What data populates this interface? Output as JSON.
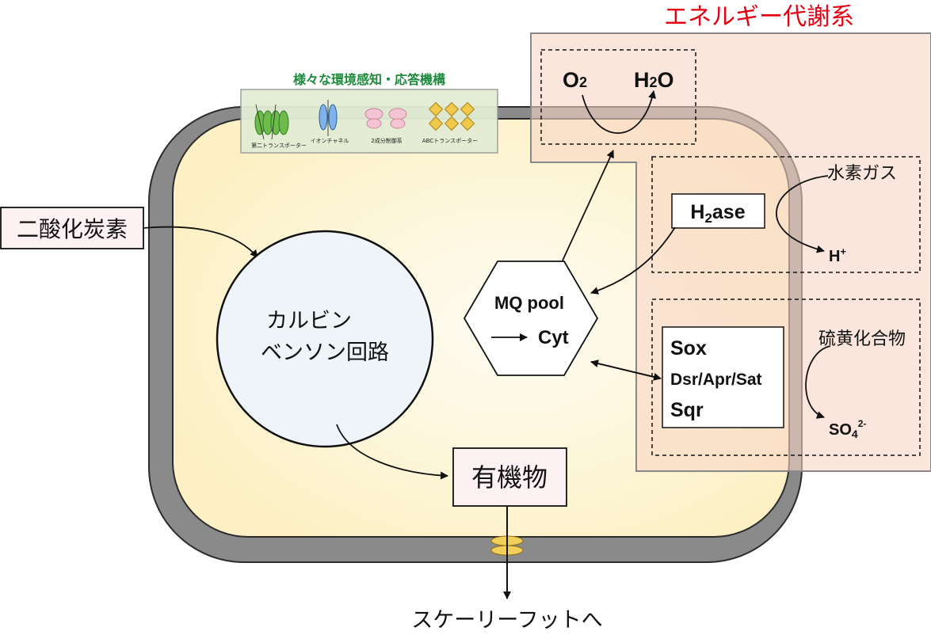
{
  "energy_system": {
    "title": "エネルギー代謝系",
    "title_color": "#e60012"
  },
  "sensing": {
    "title": "様々な環境感知・応答機構",
    "title_color": "#1e8a3c",
    "items": [
      "第二トランスポーター",
      "イオンチャネル",
      "2成分制御系",
      "ABCトランスポーター"
    ]
  },
  "co2_label": "二酸化炭素",
  "calvin_cycle": {
    "line1": "カルビン",
    "line2": "ベンソン回路"
  },
  "organics_label": "有機物",
  "scaly_foot_label": "スケーリーフットへ",
  "mq_pool": {
    "line1": "MQ pool",
    "line2": "Cyt"
  },
  "oxygen": {
    "o2": "O",
    "o2_sub": "2",
    "h2o_h": "H",
    "h2o_sub": "2",
    "h2o_o": "O"
  },
  "hydrogenase": {
    "prefix": "H",
    "sub": "2",
    "suffix": "ase"
  },
  "hydrogen_gas_label": "水素ガス",
  "proton": {
    "base": "H",
    "sup": "+"
  },
  "sulfur_enzymes": [
    "Sox",
    "Dsr/Apr/Sat",
    "Sqr"
  ],
  "sulfide_label": "硫黄化合物",
  "sulfate": {
    "base": "SO",
    "sub": "4",
    "sup": "2-"
  },
  "colors": {
    "cytoplasm": "#fff6d2",
    "envelope": "#7a7a7a",
    "energy_panel": "#fbe3d8",
    "sensing_panel": "#e6f0d8",
    "calvin_fill": "#eef4f8",
    "label_box": "#fdf1f4"
  }
}
